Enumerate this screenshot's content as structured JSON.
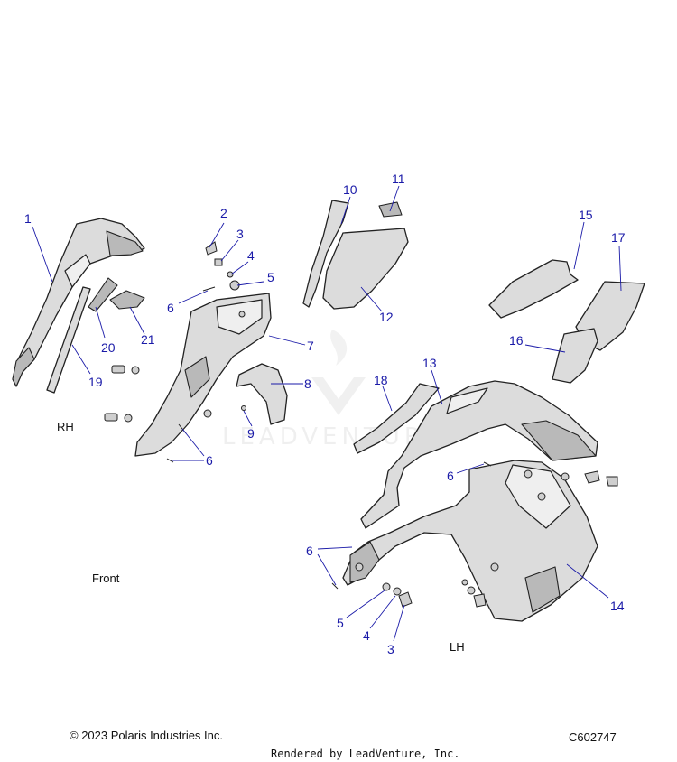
{
  "watermark": "LEADVENTURE",
  "side_labels": {
    "rh": "RH",
    "front": "Front",
    "lh": "LH"
  },
  "callouts": [
    {
      "id": "c1",
      "text": "1"
    },
    {
      "id": "c2",
      "text": "2"
    },
    {
      "id": "c3a",
      "text": "3"
    },
    {
      "id": "c4a",
      "text": "4"
    },
    {
      "id": "c5a",
      "text": "5"
    },
    {
      "id": "c6a",
      "text": "6"
    },
    {
      "id": "c7",
      "text": "7"
    },
    {
      "id": "c8",
      "text": "8"
    },
    {
      "id": "c9",
      "text": "9"
    },
    {
      "id": "c6b",
      "text": "6"
    },
    {
      "id": "c10",
      "text": "10"
    },
    {
      "id": "c11",
      "text": "11"
    },
    {
      "id": "c12",
      "text": "12"
    },
    {
      "id": "c15",
      "text": "15"
    },
    {
      "id": "c17",
      "text": "17"
    },
    {
      "id": "c16",
      "text": "16"
    },
    {
      "id": "c13",
      "text": "13"
    },
    {
      "id": "c18",
      "text": "18"
    },
    {
      "id": "c6c",
      "text": "6"
    },
    {
      "id": "c6d",
      "text": "6"
    },
    {
      "id": "c5b",
      "text": "5"
    },
    {
      "id": "c4b",
      "text": "4"
    },
    {
      "id": "c3b",
      "text": "3"
    },
    {
      "id": "c14",
      "text": "14"
    },
    {
      "id": "c19",
      "text": "19"
    },
    {
      "id": "c20",
      "text": "20"
    },
    {
      "id": "c21",
      "text": "21"
    }
  ],
  "footer": {
    "copyright": "© 2023 Polaris Industries Inc.",
    "figure_code": "C602747",
    "rendered_by": "Rendered by LeadVenture, Inc."
  },
  "colors": {
    "callout": "#1a1aa8",
    "part_fill": "#dcdcdc",
    "outline": "#222222"
  }
}
